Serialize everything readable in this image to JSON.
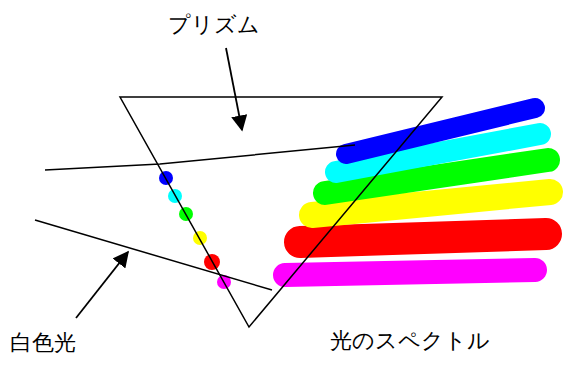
{
  "diagram": {
    "labels": [
      "プリズム",
      "白色光",
      "光のスペクトル"
    ]
  }
}
